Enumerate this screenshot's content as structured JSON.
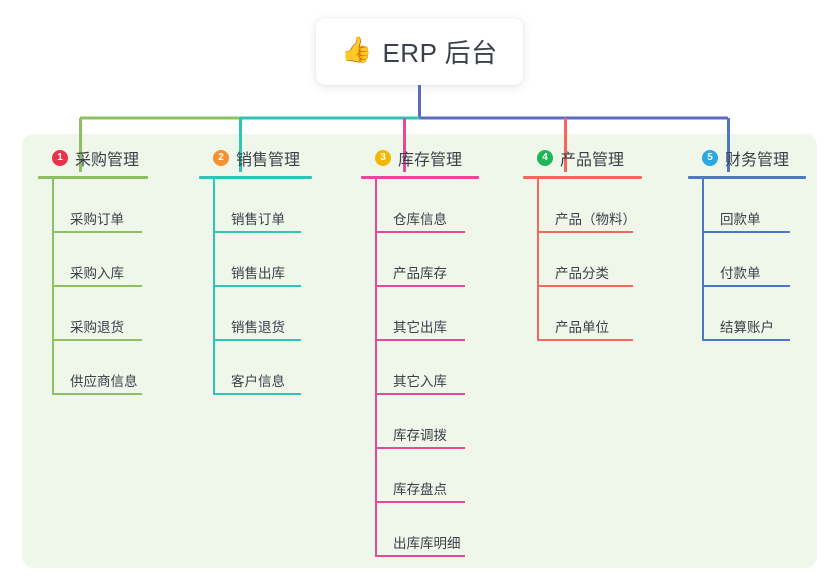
{
  "root": {
    "icon": "thumbs-up-icon",
    "emoji": "👍",
    "title": "ERP 后台"
  },
  "colors": {
    "panel_bg": "#eef7ea",
    "text": "#3b4049",
    "root_stem": "#5b6bc0",
    "bus": "#5b6bc0"
  },
  "branches": [
    {
      "number": "1",
      "title": "采购管理",
      "badge_color": "#e8334a",
      "line_color": "#8cc063",
      "items": [
        {
          "label": "采购订单"
        },
        {
          "label": "采购入库"
        },
        {
          "label": "采购退货"
        },
        {
          "label": "供应商信息"
        }
      ]
    },
    {
      "number": "2",
      "title": "销售管理",
      "badge_color": "#f39233",
      "line_color": "#2ec4b6",
      "items": [
        {
          "label": "销售订单"
        },
        {
          "label": "销售出库"
        },
        {
          "label": "销售退货"
        },
        {
          "label": "客户信息"
        }
      ]
    },
    {
      "number": "3",
      "title": "库存管理",
      "badge_color": "#f2b705",
      "line_color": "#e8479b",
      "items": [
        {
          "label": "仓库信息"
        },
        {
          "label": "产品库存"
        },
        {
          "label": "其它出库"
        },
        {
          "label": "其它入库"
        },
        {
          "label": "库存调拨"
        },
        {
          "label": "库存盘点"
        },
        {
          "label": "出库库明细"
        }
      ]
    },
    {
      "number": "4",
      "title": "产品管理",
      "badge_color": "#20b559",
      "line_color": "#f4675c",
      "items": [
        {
          "label": "产品（物料）"
        },
        {
          "label": "产品分类"
        },
        {
          "label": "产品单位"
        }
      ]
    },
    {
      "number": "5",
      "title": "财务管理",
      "badge_color": "#2aa8e0",
      "line_color": "#4f78c4",
      "items": [
        {
          "label": "回款单"
        },
        {
          "label": "付款单"
        },
        {
          "label": "结算账户"
        }
      ]
    }
  ]
}
